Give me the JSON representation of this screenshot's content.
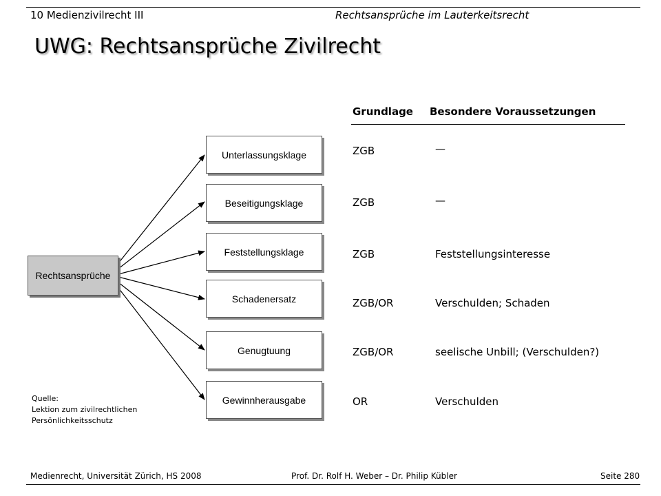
{
  "header": {
    "left": "10 Medienzivilrecht III",
    "right": "Rechtsansprüche im Lauterkeitsrecht"
  },
  "title": "UWG: Rechtsansprüche Zivilrecht",
  "diagram": {
    "root": "Rechtsansprüche",
    "claims": [
      {
        "label": "Unterlassungsklage",
        "basis": "ZGB",
        "conditions": "—"
      },
      {
        "label": "Beseitigungsklage",
        "basis": "ZGB",
        "conditions": "—"
      },
      {
        "label": "Feststellungsklage",
        "basis": "ZGB",
        "conditions": "Feststellungsinteresse"
      },
      {
        "label": "Schadenersatz",
        "basis": "ZGB/OR",
        "conditions": "Verschulden; Schaden"
      },
      {
        "label": "Genugtuung",
        "basis": "ZGB/OR",
        "conditions": "seelische Unbill; (Verschulden?)"
      },
      {
        "label": "Gewinnherausgabe",
        "basis": "OR",
        "conditions": "Verschulden"
      }
    ]
  },
  "table": {
    "col_basis": "Grundlage",
    "col_conditions": "Besondere Voraussetzungen"
  },
  "source": {
    "line1": "Quelle:",
    "line2": "Lektion zum zivilrechtlichen",
    "line3": "Persönlichkeitsschutz"
  },
  "footer": {
    "left": "Medienrecht, Universität Zürich, HS 2008",
    "center": "Prof. Dr. Rolf H. Weber – Dr. Philip Kübler",
    "right": "Seite 280"
  }
}
